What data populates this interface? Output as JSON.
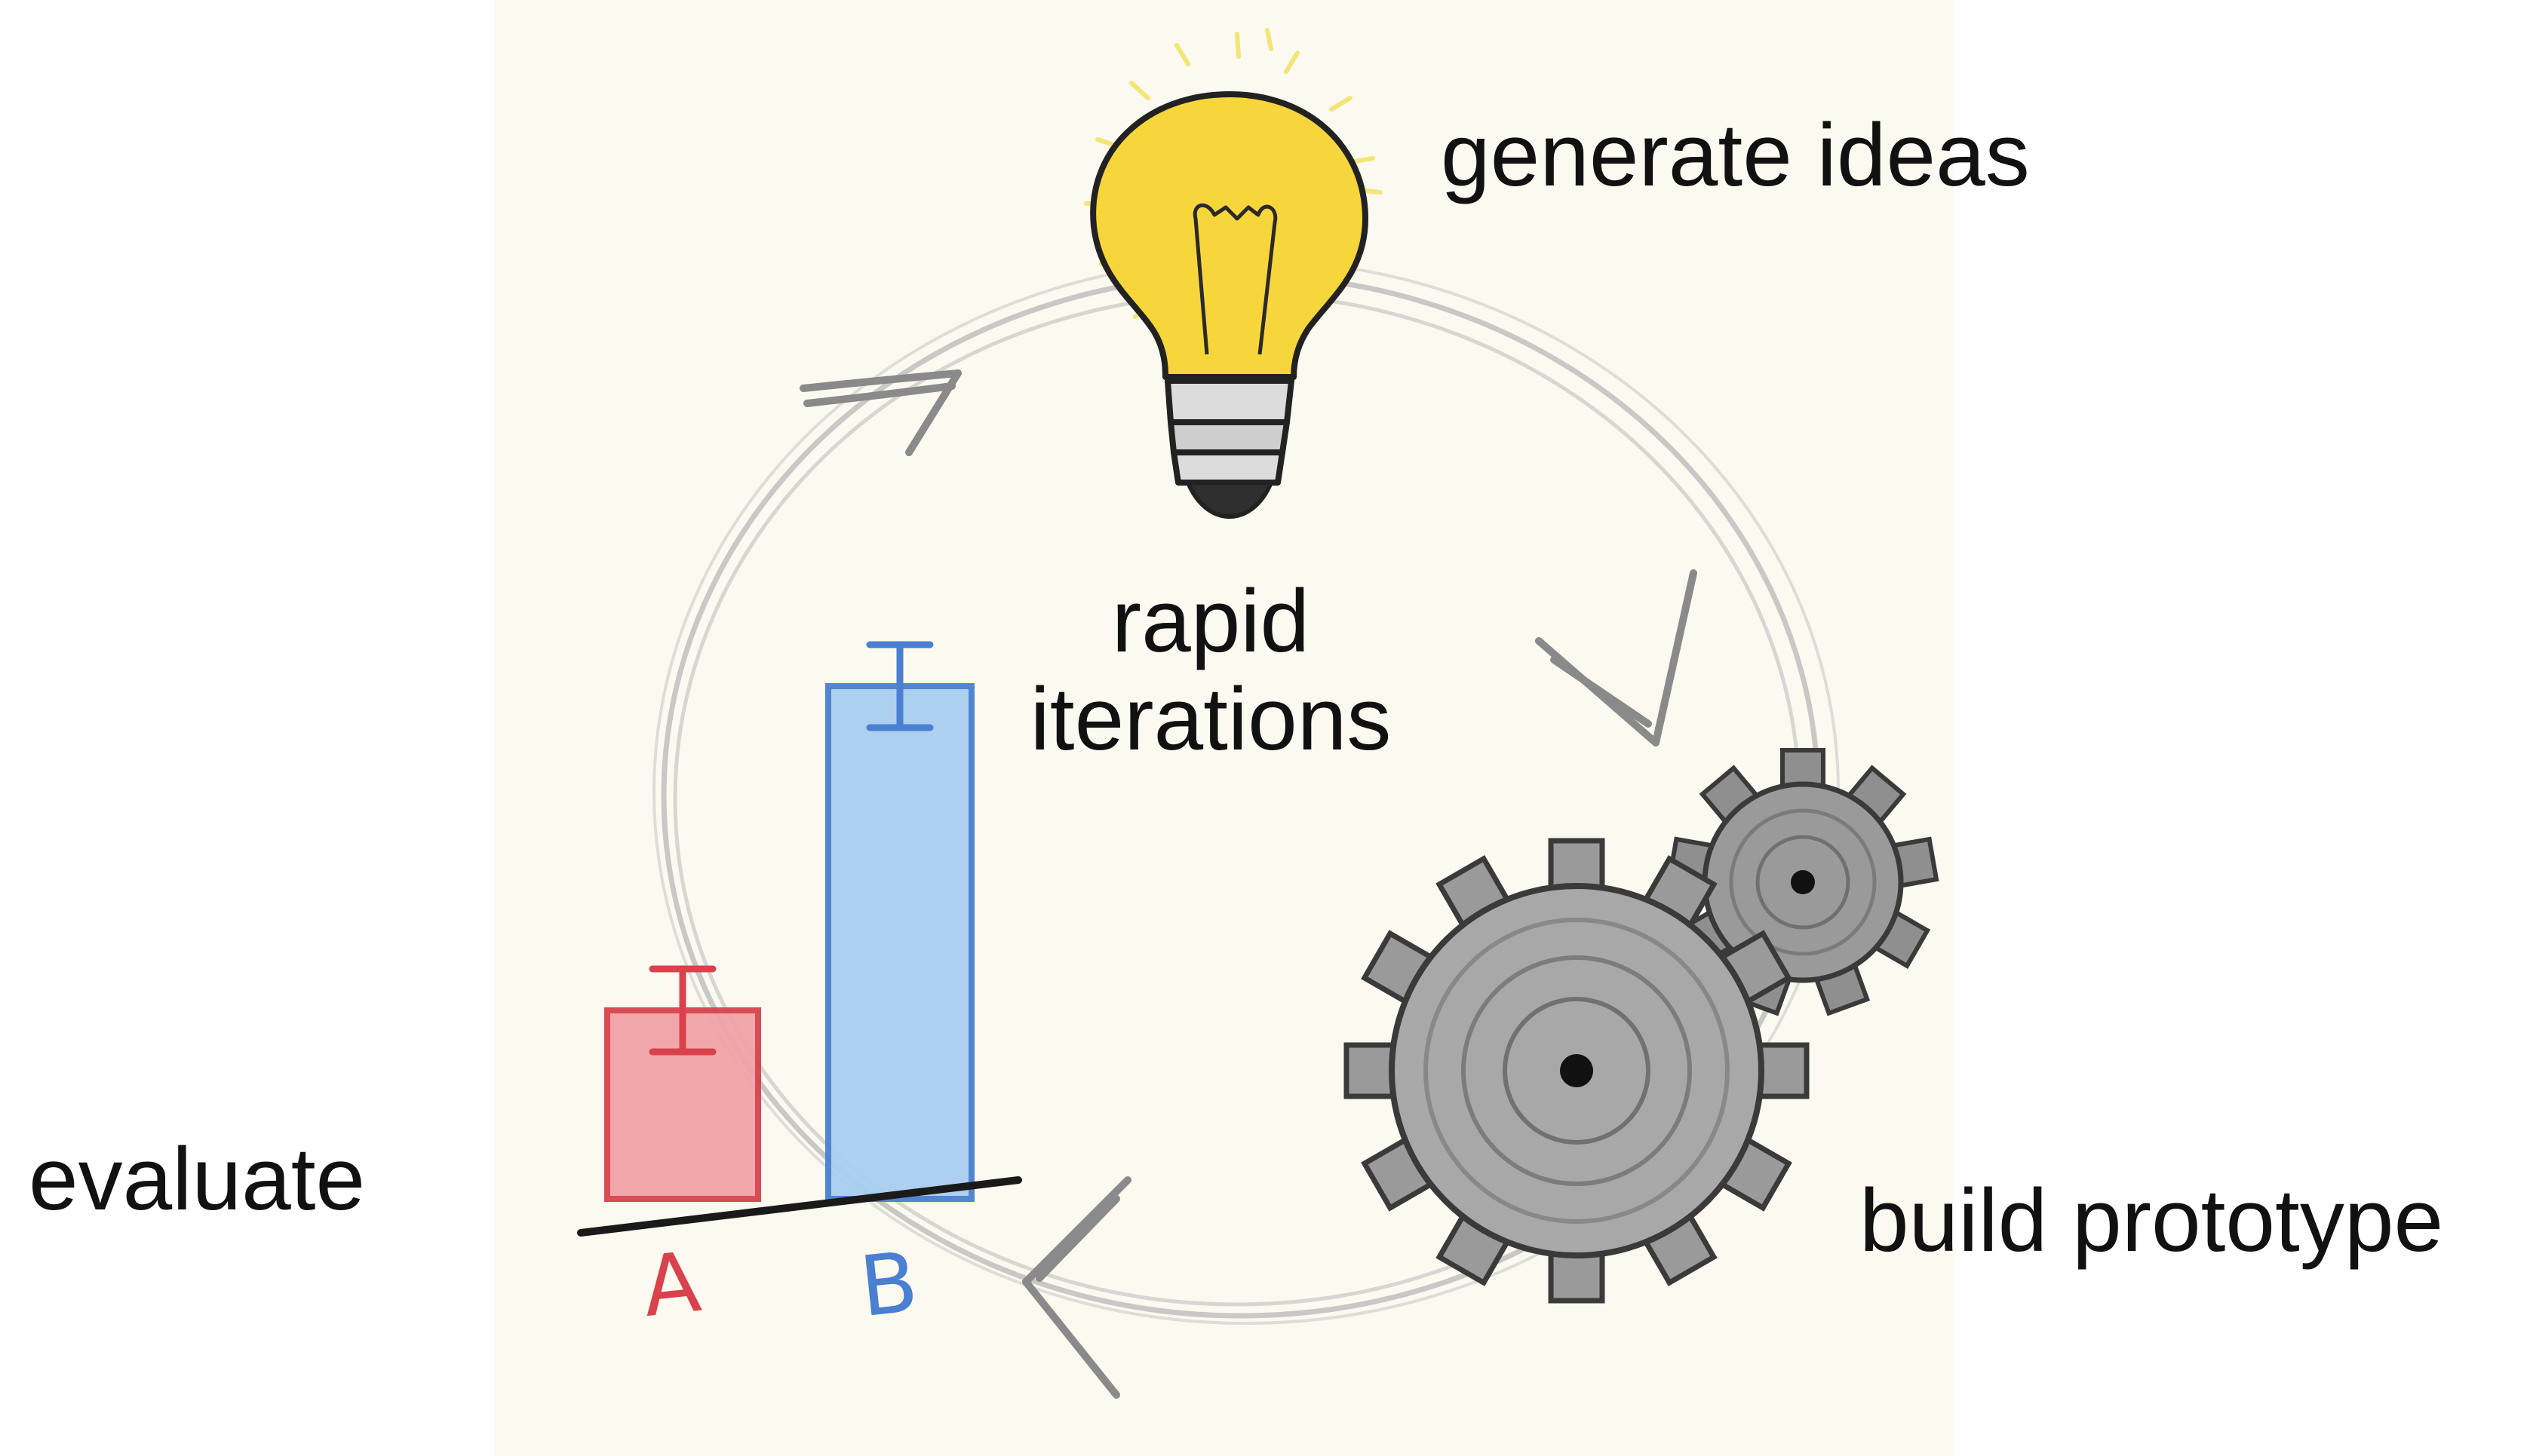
{
  "labels": {
    "generate": "generate ideas",
    "center_line1": "rapid",
    "center_line2": "iterations",
    "evaluate": "evaluate",
    "build": "build prototype"
  },
  "bar_sketch": {
    "category_a": "A",
    "category_b": "B",
    "value_a": 0.25,
    "value_b": 0.68,
    "color_a": "#d9424c",
    "color_b": "#4a7fd1",
    "fill_a": "#f2a3a8",
    "fill_b": "#a9cdf0"
  },
  "colors": {
    "bulb": "#f6d63a",
    "bulb_glow": "#f3e46a",
    "pencil": "#8a8a8a",
    "gear": "#4a4a4a",
    "ink": "#111111"
  },
  "icons": {
    "bulb": "lightbulb-icon",
    "gears": "gears-icon",
    "chart": "bar-chart-icon"
  }
}
